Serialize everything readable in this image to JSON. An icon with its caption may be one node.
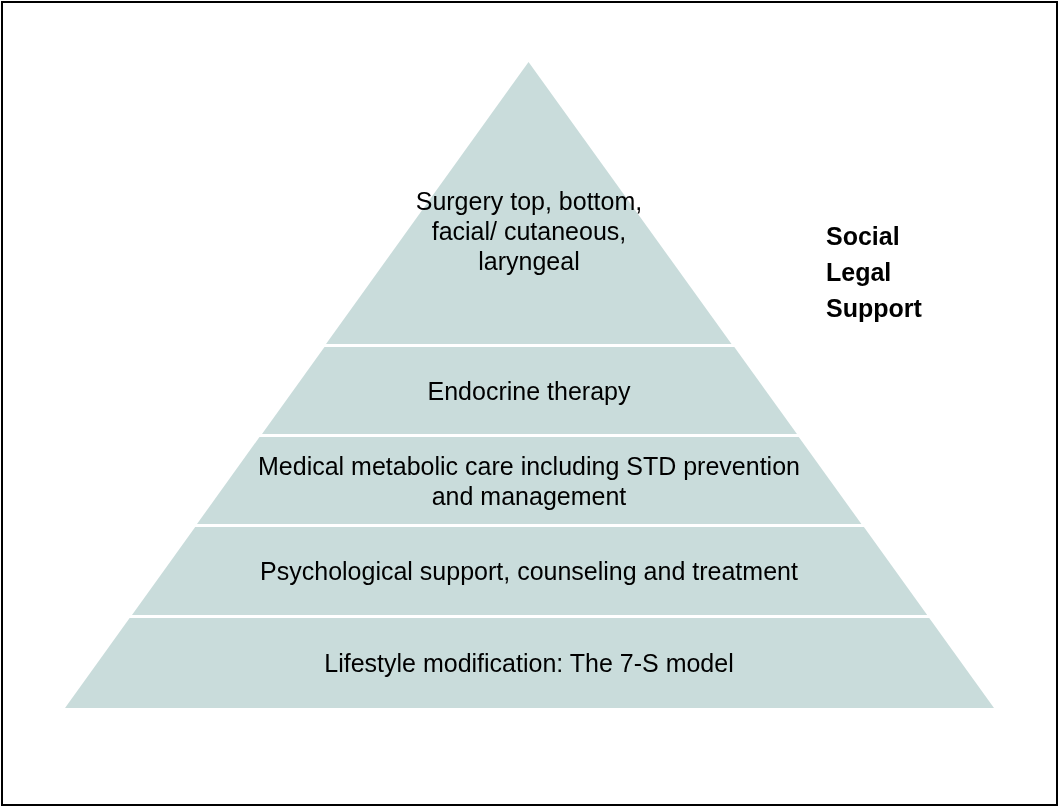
{
  "diagram": {
    "nodes": [
      {
        "text": [
          "Surgery top, bottom, facial/ cutaneous, laryngeal"
        ]
      },
      {
        "text": [
          "Endocrine therapy"
        ]
      },
      {
        "text": [
          "Medical metabolic care including STD prevention and management"
        ]
      },
      {
        "text": [
          "Psychological support, counseling and treatment"
        ]
      },
      {
        "text": [
          "Lifestyle modification: The 7-S model"
        ]
      }
    ],
    "edges": [],
    "labels": [
      "Social Legal Support"
    ]
  }
}
